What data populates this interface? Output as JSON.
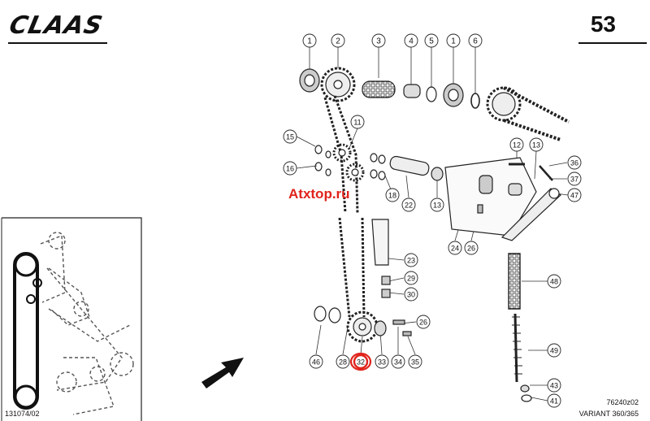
{
  "header": {
    "logo": "CLAAS",
    "page_number": "53"
  },
  "footer": {
    "left_code": "131074/02",
    "right_code": "76240z02",
    "variant": "VARIANT 360/365"
  },
  "watermark": "Atxtop.ru",
  "highlight_color": "#e0231b",
  "callouts": [
    {
      "id": "c1a",
      "label": "1"
    },
    {
      "id": "c2",
      "label": "2"
    },
    {
      "id": "c3",
      "label": "3"
    },
    {
      "id": "c4",
      "label": "4"
    },
    {
      "id": "c5",
      "label": "5"
    },
    {
      "id": "c1b",
      "label": "1"
    },
    {
      "id": "c6",
      "label": "6"
    },
    {
      "id": "c15",
      "label": "15"
    },
    {
      "id": "c11",
      "label": "11"
    },
    {
      "id": "c16",
      "label": "16"
    },
    {
      "id": "c18",
      "label": "18"
    },
    {
      "id": "c22",
      "label": "22"
    },
    {
      "id": "c13a",
      "label": "13"
    },
    {
      "id": "c12",
      "label": "12"
    },
    {
      "id": "c13b",
      "label": "13"
    },
    {
      "id": "c36",
      "label": "36"
    },
    {
      "id": "c37",
      "label": "37"
    },
    {
      "id": "c47",
      "label": "47"
    },
    {
      "id": "c24",
      "label": "24"
    },
    {
      "id": "c26a",
      "label": "26"
    },
    {
      "id": "c23",
      "label": "23"
    },
    {
      "id": "c29",
      "label": "29"
    },
    {
      "id": "c30",
      "label": "30"
    },
    {
      "id": "c48",
      "label": "48"
    },
    {
      "id": "c26b",
      "label": "26"
    },
    {
      "id": "c46",
      "label": "46"
    },
    {
      "id": "c28",
      "label": "28"
    },
    {
      "id": "c32",
      "label": "32",
      "highlighted": true
    },
    {
      "id": "c33",
      "label": "33"
    },
    {
      "id": "c34",
      "label": "34"
    },
    {
      "id": "c35",
      "label": "35"
    },
    {
      "id": "c49",
      "label": "49"
    },
    {
      "id": "c43",
      "label": "43"
    },
    {
      "id": "c41",
      "label": "41"
    }
  ]
}
